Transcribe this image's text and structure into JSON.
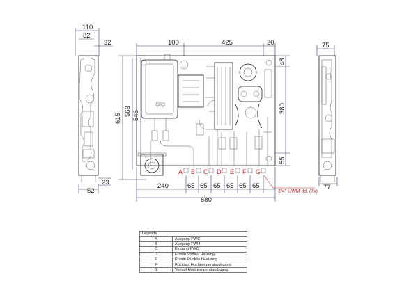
{
  "dimensions": {
    "side_left_width_outer": "110",
    "side_left_width_inner": "82",
    "side_left_offset": "32",
    "side_left_bottom": "52",
    "side_left_gap": "23",
    "front_top_left": "100",
    "front_top_middle": "425",
    "front_top_right": "30",
    "front_height_total": "615",
    "front_height_inner": "569",
    "front_height_body": "546",
    "front_right_top": "48",
    "front_right_middle": "380",
    "front_right_bottom": "55",
    "front_bottom_offset": "240",
    "front_spacing": [
      "65",
      "65",
      "65",
      "65",
      "65",
      "65"
    ],
    "front_total_width": "680",
    "side_right_top": "75",
    "side_right_bottom": "77"
  },
  "connections": [
    "A",
    "B",
    "C",
    "D",
    "E",
    "F",
    "G"
  ],
  "connection_note": "3/4\" ÜWM fld. (7x)",
  "legend": {
    "title": "Legende",
    "rows": [
      {
        "key": "A",
        "label": "Ausgang PWC"
      },
      {
        "key": "B",
        "label": "Ausgang PWH"
      },
      {
        "key": "C",
        "label": "Eingang PWC"
      },
      {
        "key": "D",
        "label": "Primär-Vorlauf Heizung"
      },
      {
        "key": "E",
        "label": "Primär-Rücklauf Heizung"
      },
      {
        "key": "F",
        "label": "Rücklauf Hochtemperaturabgang"
      },
      {
        "key": "G",
        "label": "Vorlauf Hochtemperaturabgang"
      }
    ]
  },
  "colors": {
    "accent": "#c0262d",
    "line": "#222222",
    "dimension": "#3a3a6a"
  }
}
